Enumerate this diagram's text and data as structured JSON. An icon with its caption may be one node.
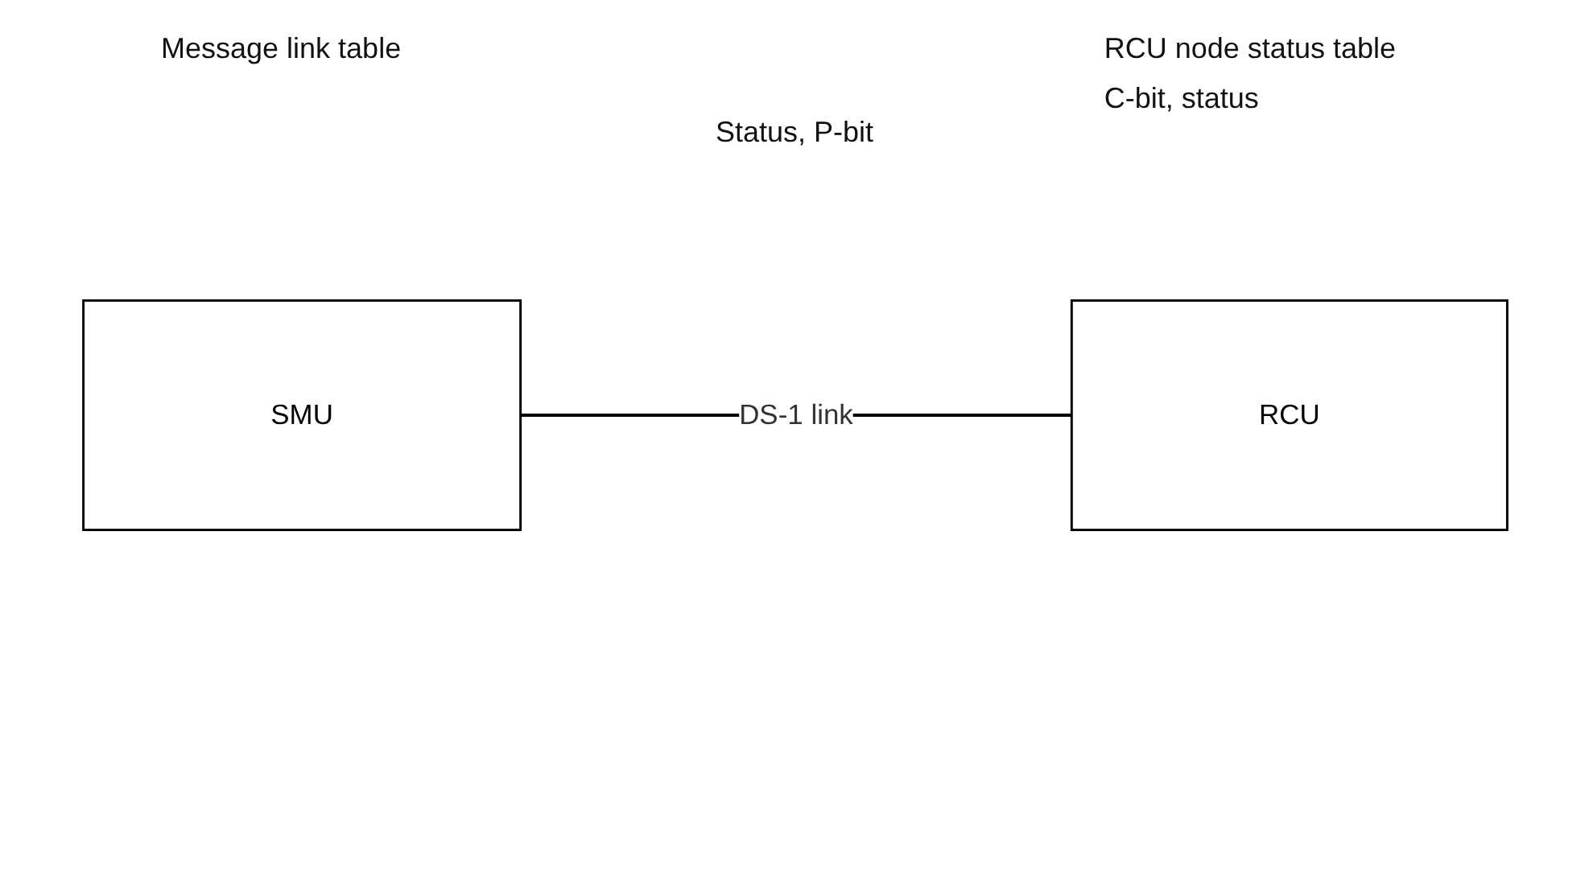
{
  "diagram": {
    "nodes": [
      {
        "text": [
          "SMU"
        ]
      },
      {
        "text": [
          "RCU"
        ]
      }
    ],
    "edges": [
      {
        "from": 0,
        "to": 1,
        "arrow": "none",
        "label": "DS-1 link"
      }
    ],
    "labels": [
      "Message link table",
      "RCU node status table",
      "C-bit, status",
      "Status, P-bit"
    ]
  }
}
